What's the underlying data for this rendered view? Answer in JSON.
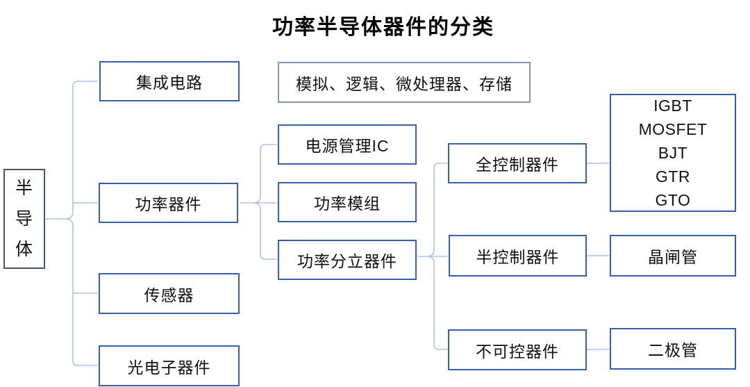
{
  "title": "功率半导体器件的分类",
  "nodes": {
    "root": {
      "label": "半导体"
    },
    "ic": {
      "label": "集成电路"
    },
    "ic_types": {
      "label": "模拟、逻辑、微处理器、存储"
    },
    "power": {
      "label": "功率器件"
    },
    "sensor": {
      "label": "传感器"
    },
    "optoelectronic": {
      "label": "光电子器件"
    },
    "pmic": {
      "label": "电源管理IC"
    },
    "power_module": {
      "label": "功率模组"
    },
    "power_discrete": {
      "label": "功率分立器件"
    },
    "fully_controlled": {
      "label": "全控制器件"
    },
    "semi_controlled": {
      "label": "半控制器件"
    },
    "uncontrolled": {
      "label": "不可控器件"
    },
    "fully_controlled_types": {
      "label": "IGBT\nMOSFET\nBJT\nGTR\nGTO"
    },
    "thyristor": {
      "label": "晶闸管"
    },
    "diode": {
      "label": "二极管"
    }
  },
  "hierarchy": {
    "半导体": {
      "集成电路": [
        "模拟、逻辑、微处理器、存储"
      ],
      "功率器件": {
        "电源管理IC": [],
        "功率模组": [],
        "功率分立器件": {
          "全控制器件": [
            "IGBT",
            "MOSFET",
            "BJT",
            "GTR",
            "GTO"
          ],
          "半控制器件": [
            "晶闸管"
          ],
          "不可控器件": [
            "二极管"
          ]
        }
      },
      "传感器": [],
      "光电子器件": []
    }
  },
  "colors": {
    "box_border": "#3560A8",
    "root_border": "#44546A",
    "light_border": "#8496B0",
    "connector": "#AEC3E5",
    "text": "#111111",
    "title_color": "#000000",
    "background": "#FFFFFF"
  }
}
